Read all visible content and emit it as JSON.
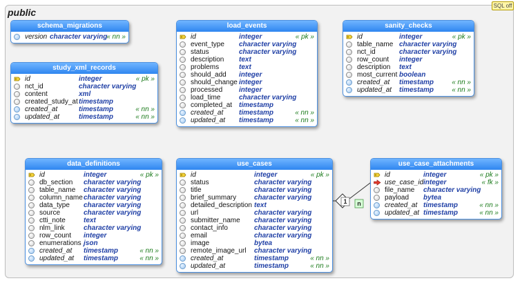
{
  "schema": {
    "title": "public"
  },
  "badge": {
    "label": "SQL off"
  },
  "relationship": {
    "card_left": "1",
    "card_right": "n"
  },
  "tables": [
    {
      "id": "schema_migrations",
      "title": "schema_migrations",
      "columns": [
        {
          "name": "version",
          "type": "character varying",
          "flag": "« nn »",
          "key": "nn"
        }
      ]
    },
    {
      "id": "study_xml_records",
      "title": "study_xml_records",
      "columns": [
        {
          "name": "id",
          "type": "integer",
          "flag": "« pk »",
          "key": "pk"
        },
        {
          "name": "nct_id",
          "type": "character varying",
          "flag": "",
          "key": "plain"
        },
        {
          "name": "content",
          "type": "xml",
          "flag": "",
          "key": "plain"
        },
        {
          "name": "created_study_at",
          "type": "timestamp",
          "flag": "",
          "key": "plain"
        },
        {
          "name": "created_at",
          "type": "timestamp",
          "flag": "« nn »",
          "key": "nn"
        },
        {
          "name": "updated_at",
          "type": "timestamp",
          "flag": "« nn »",
          "key": "nn"
        }
      ]
    },
    {
      "id": "load_events",
      "title": "load_events",
      "columns": [
        {
          "name": "id",
          "type": "integer",
          "flag": "« pk »",
          "key": "pk"
        },
        {
          "name": "event_type",
          "type": "character varying",
          "flag": "",
          "key": "plain"
        },
        {
          "name": "status",
          "type": "character varying",
          "flag": "",
          "key": "plain"
        },
        {
          "name": "description",
          "type": "text",
          "flag": "",
          "key": "plain"
        },
        {
          "name": "problems",
          "type": "text",
          "flag": "",
          "key": "plain"
        },
        {
          "name": "should_add",
          "type": "integer",
          "flag": "",
          "key": "plain"
        },
        {
          "name": "should_change",
          "type": "integer",
          "flag": "",
          "key": "plain"
        },
        {
          "name": "processed",
          "type": "integer",
          "flag": "",
          "key": "plain"
        },
        {
          "name": "load_time",
          "type": "character varying",
          "flag": "",
          "key": "plain"
        },
        {
          "name": "completed_at",
          "type": "timestamp",
          "flag": "",
          "key": "plain"
        },
        {
          "name": "created_at",
          "type": "timestamp",
          "flag": "« nn »",
          "key": "nn"
        },
        {
          "name": "updated_at",
          "type": "timestamp",
          "flag": "« nn »",
          "key": "nn"
        }
      ]
    },
    {
      "id": "sanity_checks",
      "title": "sanity_checks",
      "columns": [
        {
          "name": "id",
          "type": "integer",
          "flag": "« pk »",
          "key": "pk"
        },
        {
          "name": "table_name",
          "type": "character varying",
          "flag": "",
          "key": "plain"
        },
        {
          "name": "nct_id",
          "type": "character varying",
          "flag": "",
          "key": "plain"
        },
        {
          "name": "row_count",
          "type": "integer",
          "flag": "",
          "key": "plain"
        },
        {
          "name": "description",
          "type": "text",
          "flag": "",
          "key": "plain"
        },
        {
          "name": "most_current",
          "type": "boolean",
          "flag": "",
          "key": "plain"
        },
        {
          "name": "created_at",
          "type": "timestamp",
          "flag": "« nn »",
          "key": "nn"
        },
        {
          "name": "updated_at",
          "type": "timestamp",
          "flag": "« nn »",
          "key": "nn"
        }
      ]
    },
    {
      "id": "data_definitions",
      "title": "data_definitions",
      "columns": [
        {
          "name": "id",
          "type": "integer",
          "flag": "« pk »",
          "key": "pk"
        },
        {
          "name": "db_section",
          "type": "character varying",
          "flag": "",
          "key": "plain"
        },
        {
          "name": "table_name",
          "type": "character varying",
          "flag": "",
          "key": "plain"
        },
        {
          "name": "column_name",
          "type": "character varying",
          "flag": "",
          "key": "plain"
        },
        {
          "name": "data_type",
          "type": "character varying",
          "flag": "",
          "key": "plain"
        },
        {
          "name": "source",
          "type": "character varying",
          "flag": "",
          "key": "plain"
        },
        {
          "name": "ctti_note",
          "type": "text",
          "flag": "",
          "key": "plain"
        },
        {
          "name": "nlm_link",
          "type": "character varying",
          "flag": "",
          "key": "plain"
        },
        {
          "name": "row_count",
          "type": "integer",
          "flag": "",
          "key": "plain"
        },
        {
          "name": "enumerations",
          "type": "json",
          "flag": "",
          "key": "plain"
        },
        {
          "name": "created_at",
          "type": "timestamp",
          "flag": "« nn »",
          "key": "nn"
        },
        {
          "name": "updated_at",
          "type": "timestamp",
          "flag": "« nn »",
          "key": "nn"
        }
      ]
    },
    {
      "id": "use_cases",
      "title": "use_cases",
      "columns": [
        {
          "name": "id",
          "type": "integer",
          "flag": "« pk »",
          "key": "pk"
        },
        {
          "name": "status",
          "type": "character varying",
          "flag": "",
          "key": "plain"
        },
        {
          "name": "title",
          "type": "character varying",
          "flag": "",
          "key": "plain"
        },
        {
          "name": "brief_summary",
          "type": "character varying",
          "flag": "",
          "key": "plain"
        },
        {
          "name": "detailed_description",
          "type": "text",
          "flag": "",
          "key": "plain"
        },
        {
          "name": "url",
          "type": "character varying",
          "flag": "",
          "key": "plain"
        },
        {
          "name": "submitter_name",
          "type": "character varying",
          "flag": "",
          "key": "plain"
        },
        {
          "name": "contact_info",
          "type": "character varying",
          "flag": "",
          "key": "plain"
        },
        {
          "name": "email",
          "type": "character varying",
          "flag": "",
          "key": "plain"
        },
        {
          "name": "image",
          "type": "bytea",
          "flag": "",
          "key": "plain"
        },
        {
          "name": "remote_image_url",
          "type": "character varying",
          "flag": "",
          "key": "plain"
        },
        {
          "name": "created_at",
          "type": "timestamp",
          "flag": "« nn »",
          "key": "nn"
        },
        {
          "name": "updated_at",
          "type": "timestamp",
          "flag": "« nn »",
          "key": "nn"
        }
      ]
    },
    {
      "id": "use_case_attachments",
      "title": "use_case_attachments",
      "columns": [
        {
          "name": "id",
          "type": "integer",
          "flag": "« pk »",
          "key": "pk"
        },
        {
          "name": "use_case_id",
          "type": "integer",
          "flag": "« fk »",
          "key": "fk"
        },
        {
          "name": "file_name",
          "type": "character varying",
          "flag": "",
          "key": "plain"
        },
        {
          "name": "payload",
          "type": "bytea",
          "flag": "",
          "key": "plain"
        },
        {
          "name": "created_at",
          "type": "timestamp",
          "flag": "« nn »",
          "key": "nn"
        },
        {
          "name": "updated_at",
          "type": "timestamp",
          "flag": "« nn »",
          "key": "nn"
        }
      ]
    }
  ]
}
